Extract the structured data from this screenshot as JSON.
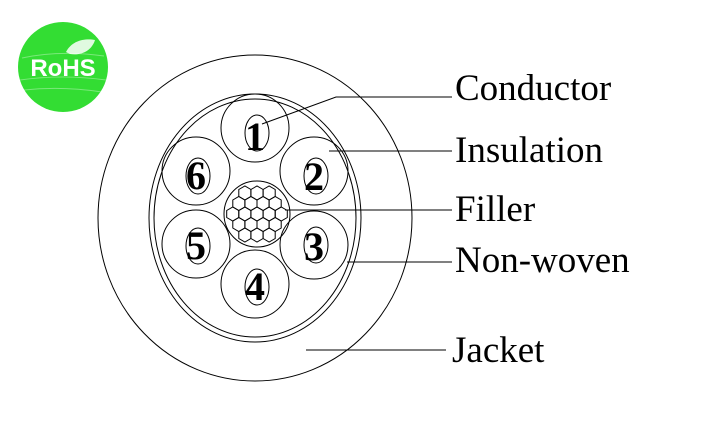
{
  "badge": {
    "text": "RoHS",
    "color": "#33dd33"
  },
  "cores": [
    "1",
    "2",
    "3",
    "4",
    "5",
    "6"
  ],
  "labels": {
    "conductor": "Conductor",
    "insulation": "Insulation",
    "filler": "Filler",
    "nonwoven": "Non-woven",
    "jacket": "Jacket"
  },
  "colors": {
    "line": "#000000",
    "badge_green": "#33dd33",
    "background": "#ffffff"
  }
}
